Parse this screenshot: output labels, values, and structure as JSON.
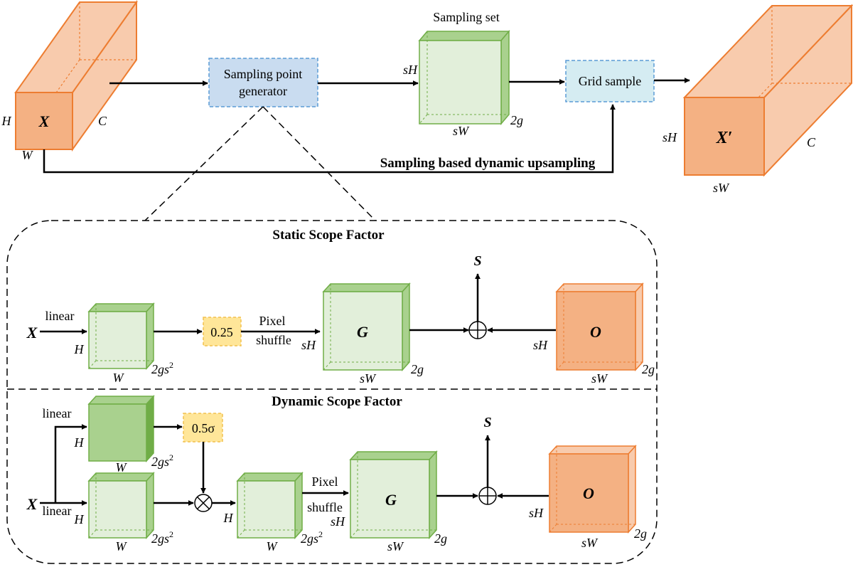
{
  "colors": {
    "orange_stroke": "#ED7D31",
    "orange_front": "#F4B183",
    "orange_side": "#F8CBAD",
    "green_stroke": "#70AD47",
    "green_front": "#E2EFDA",
    "green_side": "#A9D18E",
    "green_dark_front": "#A9D18E",
    "green_dark_side": "#70AD47",
    "blue_box_fill": "#C9DCF0",
    "blue_box_stroke": "#5B9BD5",
    "cyan_box_fill": "#D5ECF2",
    "cyan_box_stroke": "#5B9BD5",
    "yellow_box_fill": "#FFE699",
    "yellow_box_stroke": "#F2C14E",
    "line": "#000000"
  },
  "top": {
    "input_tensor": {
      "label": "X",
      "dim_h": "H",
      "dim_w": "W",
      "dim_c": "C"
    },
    "generator_box": {
      "line1": "Sampling point",
      "line2": "generator"
    },
    "sampling_set": {
      "title": "Sampling set",
      "dim_h": "sH",
      "dim_w": "sW",
      "dim_d": "2g"
    },
    "grid_sample": {
      "label": "Grid sample"
    },
    "output_tensor": {
      "label": "X′",
      "dim_h": "sH",
      "dim_w": "sW",
      "dim_c": "C"
    },
    "caption": "Sampling based dynamic upsampling"
  },
  "static": {
    "title": "Static Scope Factor",
    "x_label": "X",
    "linear_label": "linear",
    "cube1": {
      "dim_h": "H",
      "dim_w": "W",
      "dim_d_base": "2gs",
      "dim_d_sup": "2"
    },
    "factor_label": "0.25",
    "pixel_shuffle_line1": "Pixel",
    "pixel_shuffle_line2": "shuffle",
    "g_cube": {
      "label": "G",
      "dim_h": "sH",
      "dim_w": "sW",
      "dim_d": "2g"
    },
    "plus_symbol": "+",
    "s_label": "S",
    "o_cube": {
      "label": "O",
      "dim_h": "sH",
      "dim_w": "sW",
      "dim_d": "2g"
    }
  },
  "dynamic": {
    "title": "Dynamic Scope Factor",
    "x_label": "X",
    "linear_top_label": "linear",
    "linear_bottom_label": "linear",
    "cube_top": {
      "dim_h": "H",
      "dim_w": "W",
      "dim_d_base": "2gs",
      "dim_d_sup": "2"
    },
    "cube_bottom": {
      "dim_h": "H",
      "dim_w": "W",
      "dim_d_base": "2gs",
      "dim_d_sup": "2"
    },
    "factor_label": "0.5σ",
    "times_symbol": "×",
    "cube_mid": {
      "dim_h": "H",
      "dim_w": "W",
      "dim_d_base": "2gs",
      "dim_d_sup": "2"
    },
    "pixel_shuffle_line1": "Pixel",
    "pixel_shuffle_line2": "shuffle",
    "g_cube": {
      "label": "G",
      "dim_h": "sH",
      "dim_w": "sW",
      "dim_d": "2g"
    },
    "plus_symbol": "+",
    "s_label": "S",
    "o_cube": {
      "label": "O",
      "dim_h": "sH",
      "dim_w": "sW",
      "dim_d": "2g"
    }
  }
}
